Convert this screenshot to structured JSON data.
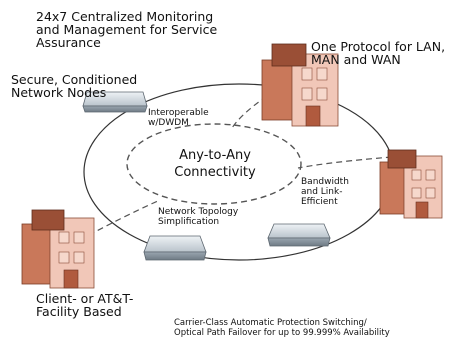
{
  "labels": {
    "monitoring": "24x7 Centralized Monitoring\nand Management for Service\nAssurance",
    "protocol": "One Protocol for LAN,\nMAN and WAN",
    "secure_nodes": "Secure, Conditioned\nNetwork Nodes",
    "interoperable": "Interoperable\nw/DWDM",
    "any_to_any": "Any-to-Any\nConnectivity",
    "bandwidth": "Bandwidth\nand Link-\nEfficient",
    "topology": "Network Topology\nSimplification",
    "client_facility": "Client- or AT&T-\nFacility Based",
    "carrier_class": "Carrier-Class Automatic Protection Switching/\nOptical Path Failover for up to 99.999% Availability"
  }
}
